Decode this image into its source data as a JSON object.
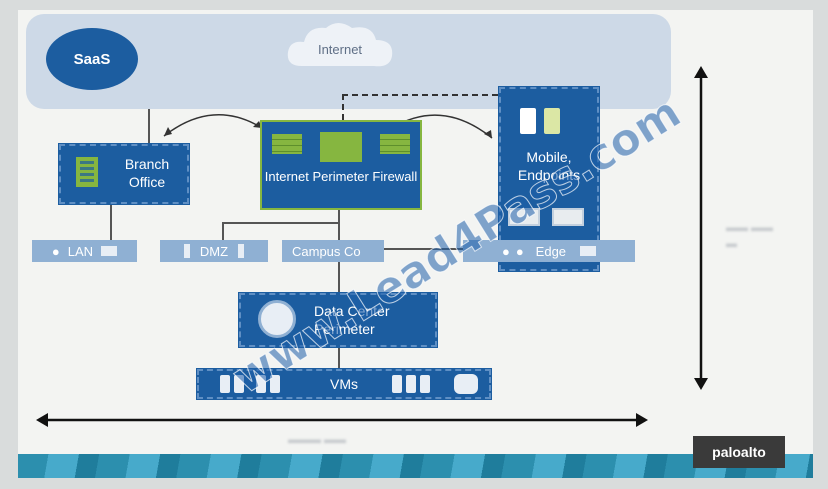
{
  "cloud": {
    "saas_label": "SaaS",
    "internet_label": "Internet"
  },
  "nodes": {
    "branch_office": "Branch Office",
    "firewall": "Internet Perimeter Firewall",
    "mobile": "Mobile, Endpoints",
    "data_center": "Data Center Perimeter",
    "vms": "VMs"
  },
  "zones": {
    "lan": "LAN",
    "dmz": "DMZ",
    "campus": "Campus Co",
    "edge": "Edge"
  },
  "footer": {
    "logo": "paloalto"
  },
  "watermark": "www.Lead4Pass.com",
  "colors": {
    "primary_blue": "#1c5da0",
    "accent_green": "#86b640",
    "light_blue": "#8fb0d3"
  }
}
